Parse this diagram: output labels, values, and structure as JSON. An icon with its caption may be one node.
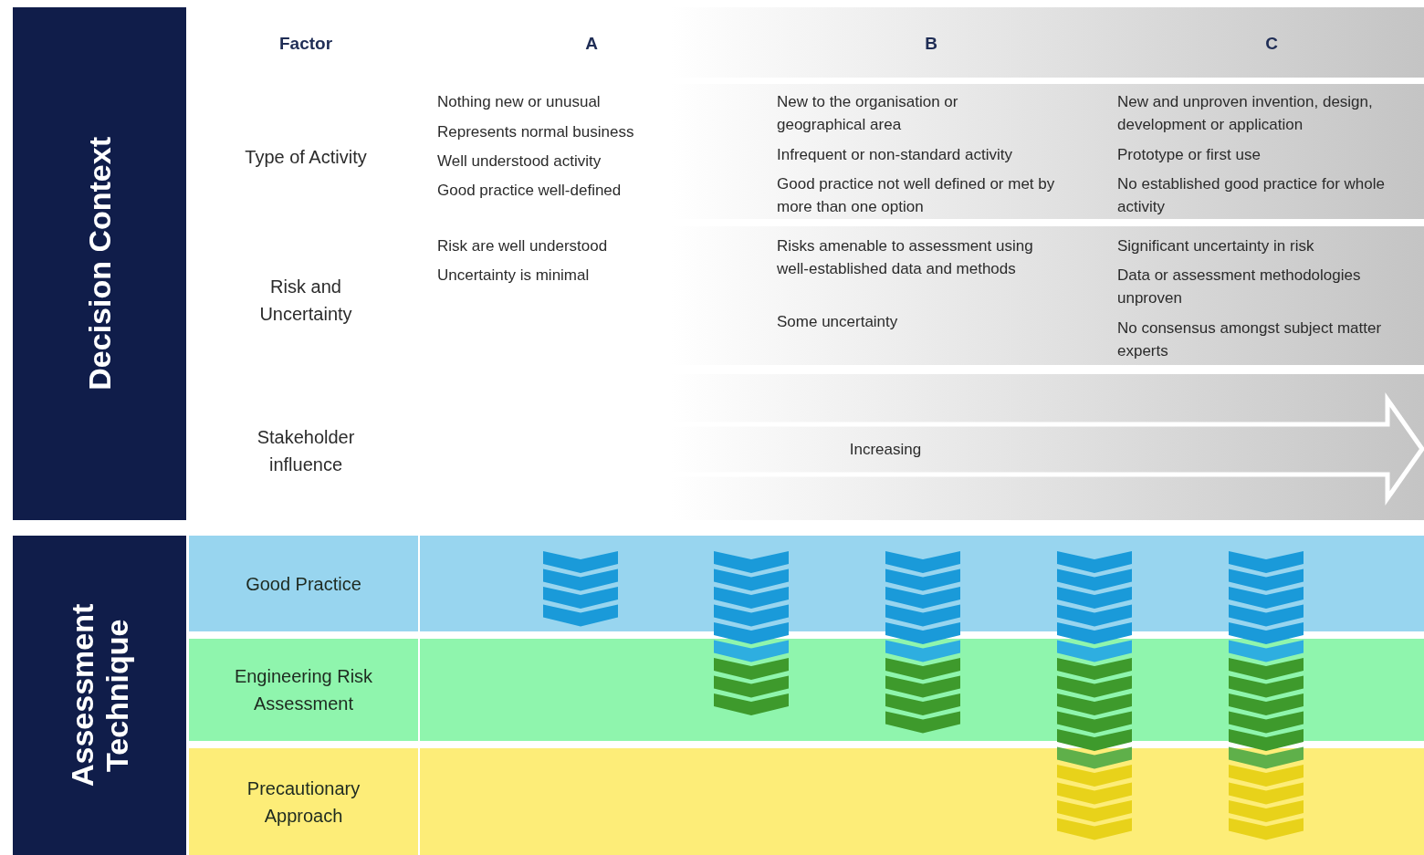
{
  "diagram": {
    "nodes": [
      {
        "text": [
          "Decision Context"
        ]
      },
      {
        "text": [
          "Assessment Technique"
        ]
      },
      {
        "text": [
          "Good Practice"
        ]
      },
      {
        "text": [
          "Engineering Risk Assessment"
        ]
      },
      {
        "text": [
          "Precautionary Approach"
        ]
      },
      {
        "text": [
          "Increasing"
        ]
      }
    ],
    "edges": [],
    "labels": [
      "Factor",
      "A",
      "B",
      "C",
      "Type of Activity",
      "Nothing new or unusual",
      "Represents normal business",
      "Well understood activity",
      "Good practice well-defined",
      "New to the organisation or geographical area",
      "Infrequent or non-standard activity",
      "Good practice not well defined or met by more than one option",
      "New and unproven invention, design, development or application",
      "Prototype or first use",
      "No established good practice for whole activity",
      "Risk and Uncertainty",
      "Risk are well understood",
      "Uncertainty is minimal",
      "Risks amenable to assessment using well-established data and methods",
      "Some uncertainty",
      "Significant uncertainty in risk",
      "Data or assessment methodologies unproven",
      "No consensus amongst subject matter experts",
      "Stakeholder influence"
    ]
  }
}
